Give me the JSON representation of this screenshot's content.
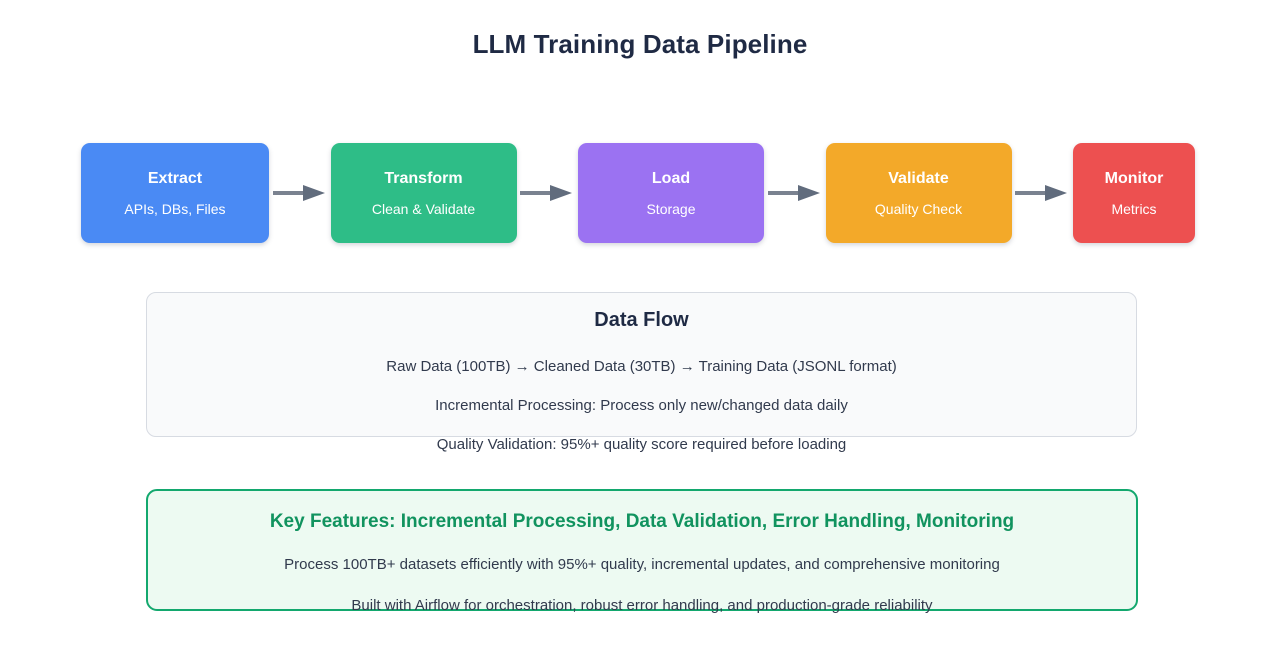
{
  "page": {
    "title": "LLM Training Data Pipeline"
  },
  "pipeline": {
    "connector_icon": "arrow-right-icon",
    "stages": [
      {
        "title": "Extract",
        "subtitle": "APIs, DBs, Files",
        "color": "#4a8af4",
        "width": 188
      },
      {
        "title": "Transform",
        "subtitle": "Clean & Validate",
        "color": "#2ebd87",
        "width": 186
      },
      {
        "title": "Load",
        "subtitle": "Storage",
        "color": "#9b72f2",
        "width": 186
      },
      {
        "title": "Validate",
        "subtitle": "Quality Check",
        "color": "#f3a929",
        "width": 186
      },
      {
        "title": "Monitor",
        "subtitle": "Metrics",
        "color": "#ed5050",
        "width": 122
      }
    ]
  },
  "dataflow": {
    "title": "Data Flow",
    "lines": [
      "Raw Data (100TB) → Cleaned Data (30TB) → Training Data (JSONL format)",
      "Incremental Processing: Process only new/changed data daily",
      "Quality Validation: 95%+ quality score required before loading"
    ]
  },
  "features": {
    "title": "Key Features: Incremental Processing, Data Validation, Error Handling, Monitoring",
    "lines": [
      "Process 100TB+ datasets efficiently with 95%+ quality, incremental updates, and comprehensive monitoring",
      "Built with Airflow for orchestration, robust error handling, and production-grade reliability"
    ]
  },
  "colors": {
    "title_text": "#1f2a44",
    "body_text": "#313a4d",
    "arrow": "#69727f",
    "panel_border": "#d7dbe2",
    "panel_background": "#f9fafb",
    "features_border": "#13a86e",
    "features_background": "#edfaf2",
    "features_title": "#11935f"
  }
}
